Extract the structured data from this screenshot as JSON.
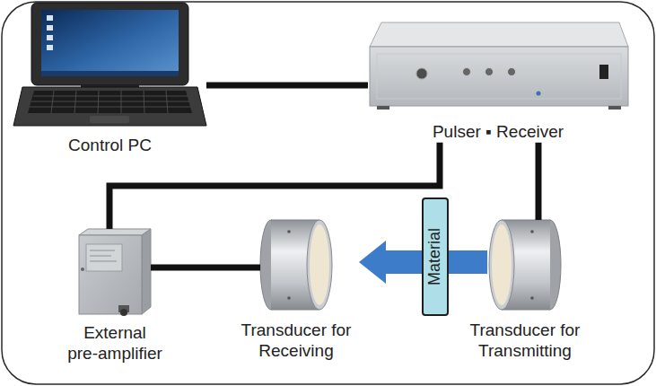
{
  "diagram": {
    "nodes": [
      {
        "text": [
          "Control PC"
        ]
      },
      {
        "text": [
          "Pulser ▪ Receiver"
        ]
      },
      {
        "text": [
          "External pre-amplifier"
        ]
      },
      {
        "text": [
          "Transducer for Receiving"
        ]
      },
      {
        "text": [
          "Material"
        ]
      },
      {
        "text": [
          "Transducer for Transmitting"
        ]
      }
    ],
    "edges": [
      {
        "from": 0,
        "to": 1,
        "arrow": "none"
      },
      {
        "from": 1,
        "to": 2,
        "arrow": "none"
      },
      {
        "from": 1,
        "to": 5,
        "arrow": "none"
      },
      {
        "from": 2,
        "to": 3,
        "arrow": "none"
      },
      {
        "from": 5,
        "to": 3,
        "arrow": "to"
      }
    ]
  }
}
